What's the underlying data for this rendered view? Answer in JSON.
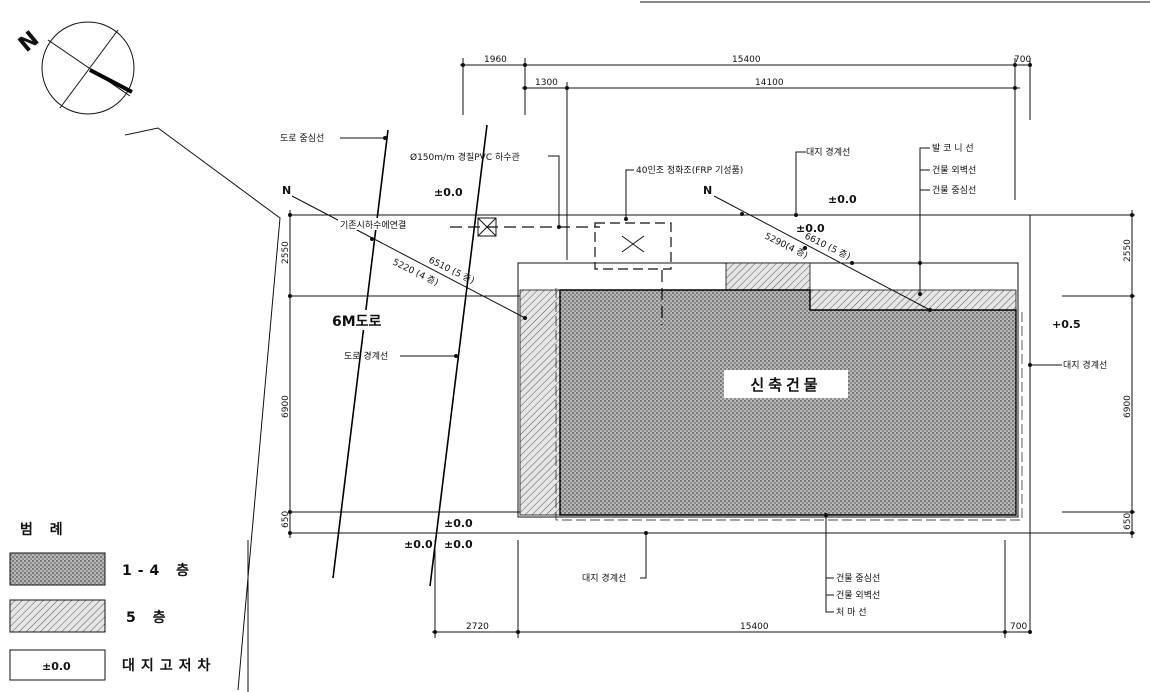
{
  "dimensions": {
    "top_left": "1960",
    "top_mid": "15400",
    "top_right": "700",
    "second_left": "1300",
    "second_mid": "14100",
    "left_top": "2550",
    "left_mid": "6900",
    "left_bottom": "650",
    "right_top": "2550",
    "right_mid": "6900",
    "right_bottom": "650",
    "bottom_left": "2720",
    "bottom_mid": "15400",
    "bottom_right": "700"
  },
  "labels": {
    "road_centerline": "도로 중심선",
    "sewer_pipe": "Ø150m/m 경질PVC 하수관",
    "septic_tank": "40인조 정화조(FRP 기성품)",
    "site_boundary_top": "대지 경계선",
    "balcony_line": "발 코 니 선",
    "building_outer_wall_top": "건물 외벽선",
    "building_centerline_top": "건물 중심선",
    "existing_sewer": "기존시하수에연결",
    "road_6m": "6M도로",
    "road_boundary": "도로 경계선",
    "site_boundary_right": "대지 경계선",
    "site_boundary_bottom": "대지 경계선",
    "building_centerline_bottom": "건물 중심선",
    "building_outer_wall_bottom": "건물 외벽선",
    "eave_line": "처 마 선",
    "new_building": "신축건물",
    "dist_left_a": "6510 (5 층)",
    "dist_left_b": "5220 (4 층)",
    "dist_right_a": "6610 (5 층)",
    "dist_right_b": "5290(4 층)",
    "north_left": "N",
    "north_right": "N",
    "compass_n": "N"
  },
  "levels": {
    "top_left": "±0.0",
    "top_right": "±0.0",
    "top_mid": "±0.0",
    "right": "+0.5",
    "bottom_a": "±0.0",
    "bottom_b": "±0.0",
    "bottom_c": "±0.0"
  },
  "legend": {
    "title": "범 례",
    "items": [
      {
        "label": "1-4 층"
      },
      {
        "label": "5 층"
      },
      {
        "swatch": "±0.0",
        "label": "대지고저차"
      }
    ]
  }
}
